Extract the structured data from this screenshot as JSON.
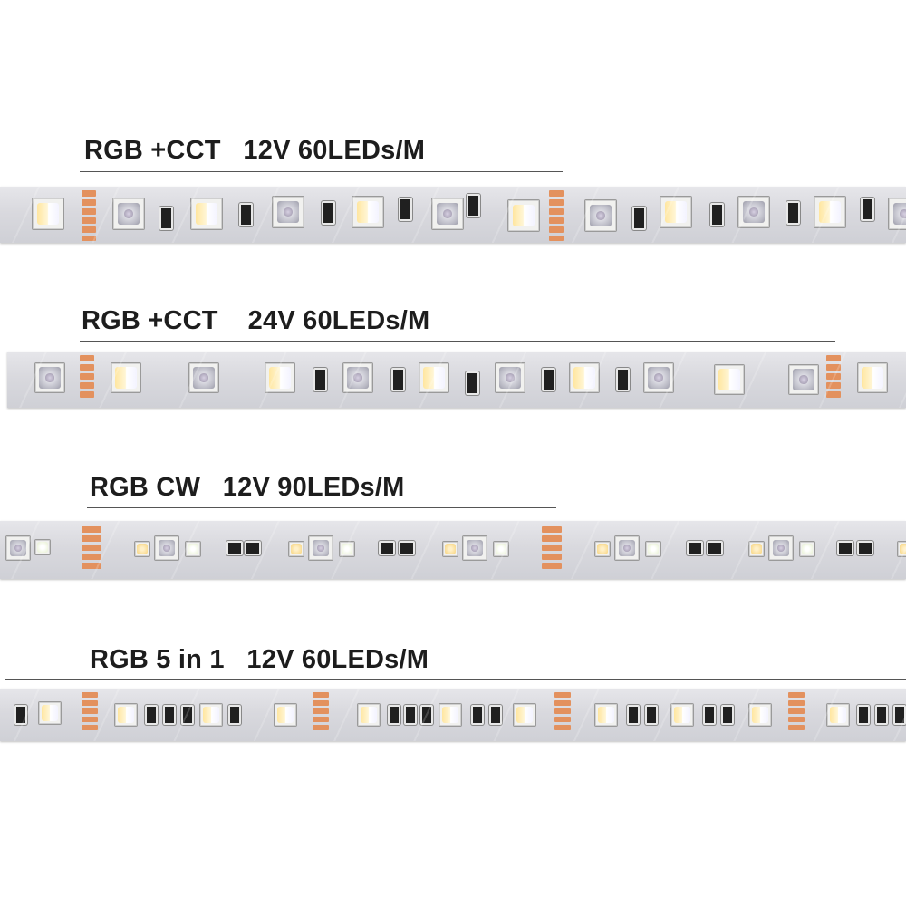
{
  "sections": [
    {
      "caption": "RGB +CCT   12V 60LEDs/M"
    },
    {
      "caption": "RGB +CCT    24V 60LEDs/M"
    },
    {
      "caption": "RGB CW   12V 90LEDs/M"
    },
    {
      "caption": "RGB 5 in 1   12V 60LEDs/M"
    }
  ]
}
